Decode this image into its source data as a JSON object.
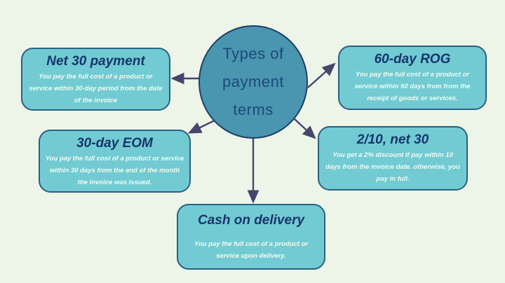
{
  "diagram": {
    "center": {
      "title": "Types of payment terms",
      "lines": {
        "0": "Types of",
        "1": "payment",
        "2": "terms"
      }
    },
    "nodes": {
      "net30": {
        "title": "Net 30 payment",
        "description": "You pay the full cost of a product or service within 30-day period from the date of the invoice"
      },
      "rog": {
        "title": "60-day ROG",
        "description": "You pay the full cost of a product or service within 60 days from from the receipt of goods or services."
      },
      "eom": {
        "title": "30-day EOM",
        "description": "You pay the full cost of a product or service within 30 days from the end of the month the invoice was issued."
      },
      "two10net30": {
        "title": "2/10, net 30",
        "description": "You get a 2% discount if pay within 10 days from the invoice date. otherwise, you pay in full."
      },
      "cod": {
        "title": "Cash on delivery",
        "description": "You pay the full cost of a product or service upon delivery."
      }
    },
    "colors": {
      "background": "#edf5e9",
      "node_fill": "#72cbd3",
      "node_border": "#2a6080",
      "circle_fill": "#4a95b0",
      "circle_border": "#1d4064",
      "title_text": "#16356b",
      "body_text": "#f3faf0",
      "circle_text": "#1b4a7c",
      "arrow": "#44466b"
    }
  }
}
